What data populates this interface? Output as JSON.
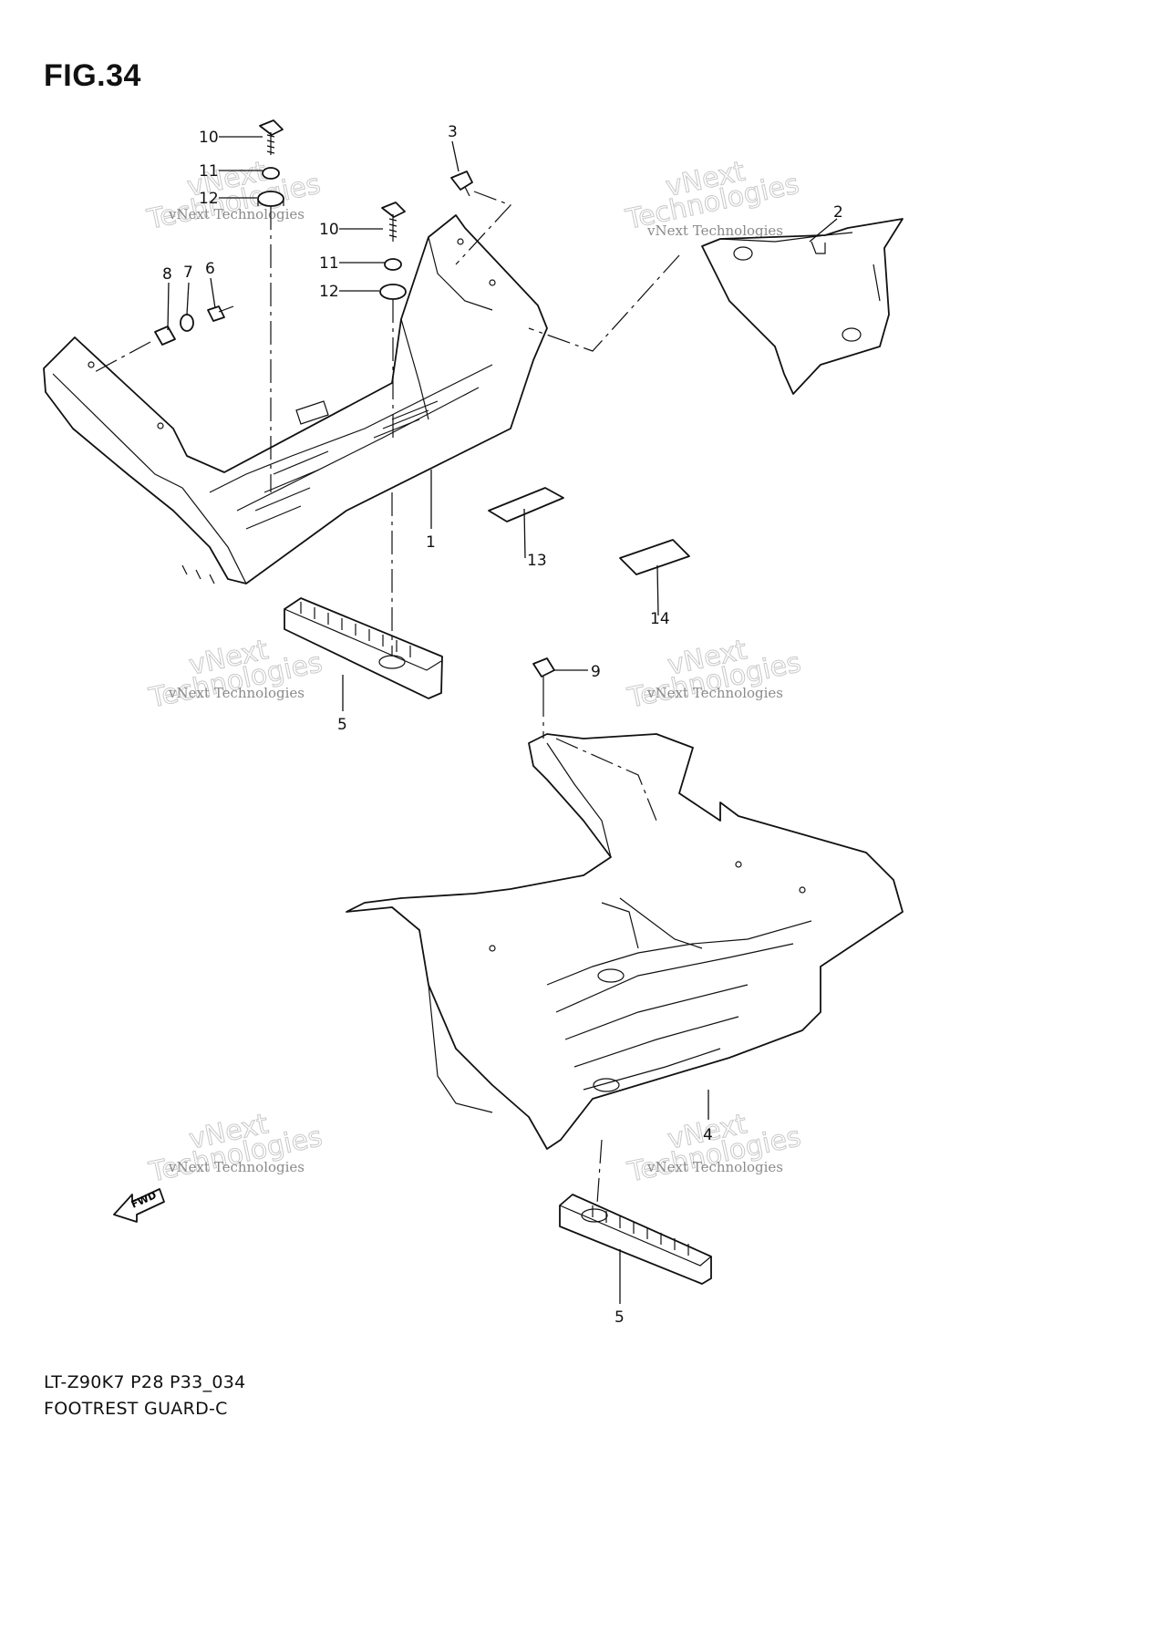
{
  "figure": {
    "title": "FIG.34"
  },
  "callouts": [
    {
      "id": "c10a",
      "label": "10"
    },
    {
      "id": "c11a",
      "label": "11"
    },
    {
      "id": "c12a",
      "label": "12"
    },
    {
      "id": "c10b",
      "label": "10"
    },
    {
      "id": "c11b",
      "label": "11"
    },
    {
      "id": "c12b",
      "label": "12"
    },
    {
      "id": "c3",
      "label": "3"
    },
    {
      "id": "c2",
      "label": "2"
    },
    {
      "id": "c8",
      "label": "8"
    },
    {
      "id": "c7",
      "label": "7"
    },
    {
      "id": "c6",
      "label": "6"
    },
    {
      "id": "c1",
      "label": "1"
    },
    {
      "id": "c13",
      "label": "13"
    },
    {
      "id": "c14",
      "label": "14"
    },
    {
      "id": "c5a",
      "label": "5"
    },
    {
      "id": "c9",
      "label": "9"
    },
    {
      "id": "c4",
      "label": "4"
    },
    {
      "id": "c5b",
      "label": "5"
    }
  ],
  "watermark": {
    "line1": "vNext Technologies",
    "line2": "vNext",
    "line3": "Technologies"
  },
  "fwd_arrow": {
    "label": "FWD"
  },
  "caption": {
    "model_code": "LT-Z90K7 P28 P33_034",
    "name": "FOOTREST GUARD-C"
  }
}
